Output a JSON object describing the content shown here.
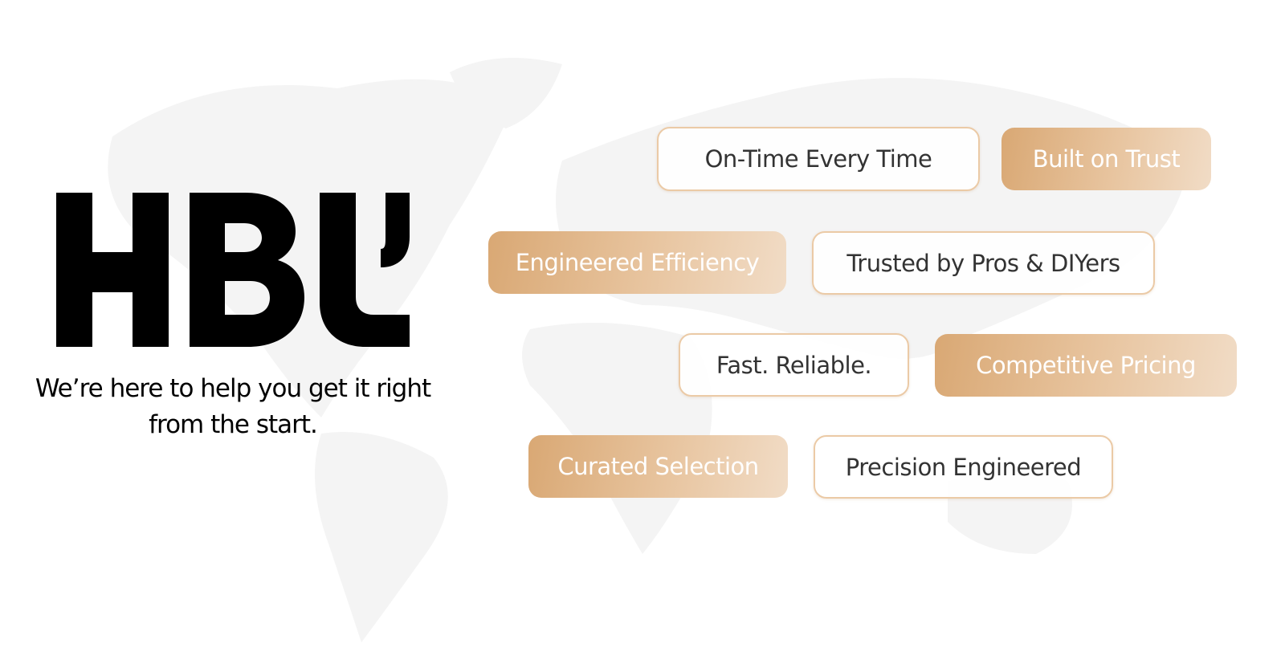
{
  "brand": {
    "logo_text": "HBL’",
    "tagline": "We’re here to help you get it right from the start."
  },
  "badges": [
    {
      "label": "On-Time  Every Time",
      "style": "outline"
    },
    {
      "label": "Built on Trust",
      "style": "filled"
    },
    {
      "label": "Engineered Efficiency",
      "style": "filled"
    },
    {
      "label": "Trusted by Pros & DIYers",
      "style": "outline"
    },
    {
      "label": "Fast. Reliable.",
      "style": "outline"
    },
    {
      "label": "Competitive Pricing",
      "style": "filled"
    },
    {
      "label": "Curated Selection",
      "style": "filled"
    },
    {
      "label": "Precision Engineered",
      "style": "outline"
    }
  ],
  "colors": {
    "accent_start": "#d9a874",
    "accent_end": "#f1dcc6",
    "outline": "#ebcaa6",
    "map": "#f4f4f4"
  }
}
